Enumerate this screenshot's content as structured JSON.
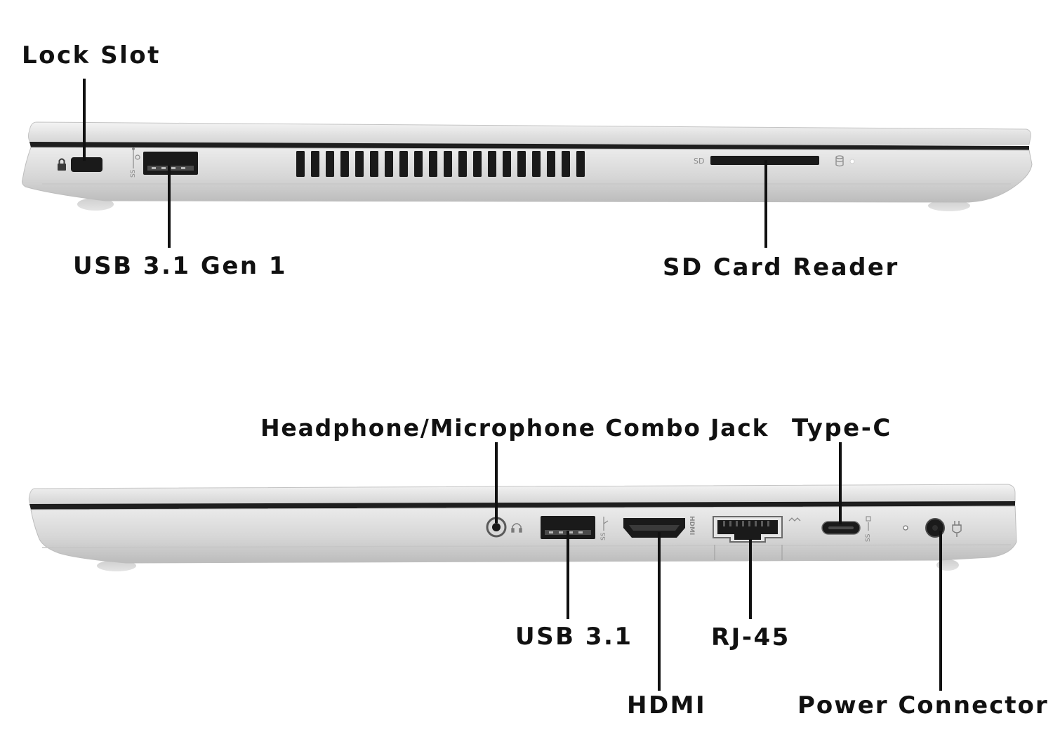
{
  "colors": {
    "chassis": "#dcdcdc",
    "chassis_light": "#eeeeee",
    "chassis_dark": "#b7b7b7",
    "seam": "#1e1e1e",
    "port": "#1a1a1a",
    "label": "#111111",
    "marking": "#8a8a8a"
  },
  "left_side": {
    "labels": {
      "lock_slot": "Lock Slot",
      "usb_gen1": "USB 3.1 Gen 1",
      "sd_reader": "SD Card Reader"
    },
    "markings": {
      "sd": "SD"
    },
    "icons": [
      "lock-icon",
      "usb-ss-icon",
      "sd-card-icon",
      "led-indicator-icon"
    ]
  },
  "right_side": {
    "labels": {
      "audio_jack": "Headphone/Microphone Combo Jack",
      "type_c": "Type-C",
      "usb": "USB 3.1",
      "rj45": "RJ-45",
      "hdmi": "HDMI",
      "power": "Power Connector"
    },
    "markings": {
      "hdmi": "HDMI"
    },
    "icons": [
      "headphone-icon",
      "usb-ss-icon",
      "network-icon",
      "usb-c-ss-icon",
      "power-plug-icon",
      "led-indicator-icon"
    ]
  }
}
